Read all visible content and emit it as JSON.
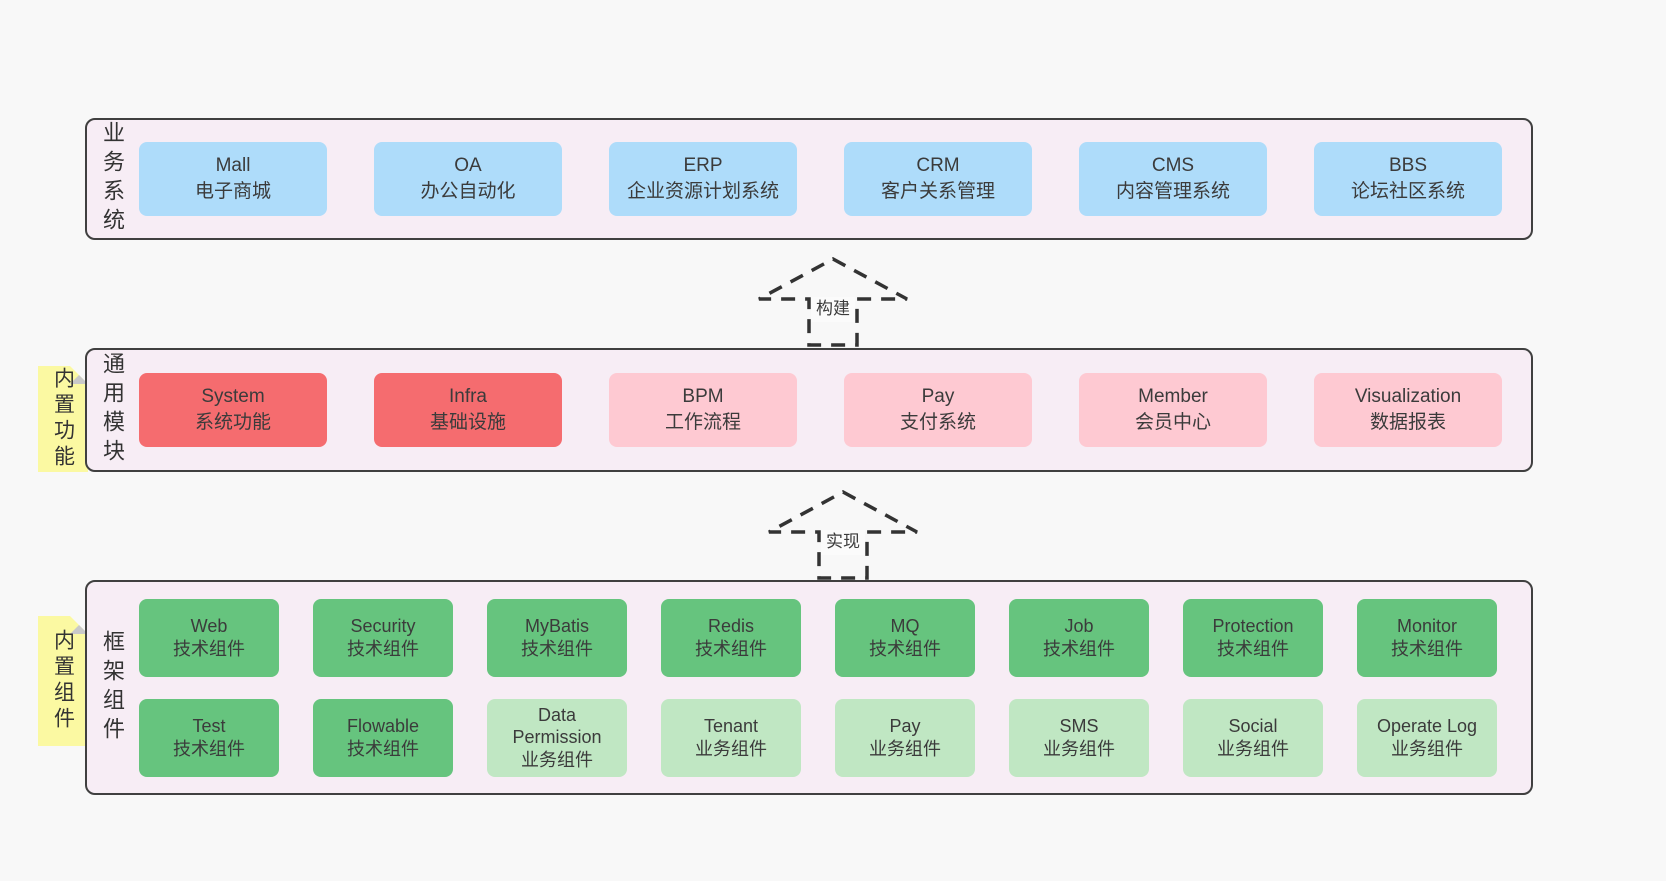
{
  "palette": {
    "page_bg": "#f8f8f8",
    "layer_bg": "#f7edf5",
    "layer_border": "#404040",
    "blue": "#aedcfa",
    "red": "#f56c6f",
    "pink": "#fec9d2",
    "green_dark": "#66c47e",
    "green_light": "#c0e7c3",
    "sticky_yellow": "#fbf9a2",
    "sticky_fold": "#c9c9c9",
    "text": "#3b3b3b"
  },
  "arrows": [
    {
      "label": "构建"
    },
    {
      "label": "实现"
    }
  ],
  "layers": [
    {
      "label": "业务系统",
      "boxes": [
        {
          "en": "Mall",
          "zh": "电子商城",
          "color": "#aedcfa"
        },
        {
          "en": "OA",
          "zh": "办公自动化",
          "color": "#aedcfa"
        },
        {
          "en": "ERP",
          "zh": "企业资源计划系统",
          "color": "#aedcfa"
        },
        {
          "en": "CRM",
          "zh": "客户关系管理",
          "color": "#aedcfa"
        },
        {
          "en": "CMS",
          "zh": "内容管理系统",
          "color": "#aedcfa"
        },
        {
          "en": "BBS",
          "zh": "论坛社区系统",
          "color": "#aedcfa"
        }
      ]
    },
    {
      "label": "通用模块",
      "sticky": "内置功能",
      "boxes": [
        {
          "en": "System",
          "zh": "系统功能",
          "color": "#f56c6f"
        },
        {
          "en": "Infra",
          "zh": "基础设施",
          "color": "#f56c6f"
        },
        {
          "en": "BPM",
          "zh": "工作流程",
          "color": "#fec9d2"
        },
        {
          "en": "Pay",
          "zh": "支付系统",
          "color": "#fec9d2"
        },
        {
          "en": "Member",
          "zh": "会员中心",
          "color": "#fec9d2"
        },
        {
          "en": "Visualization",
          "zh": "数据报表",
          "color": "#fec9d2"
        }
      ]
    },
    {
      "label": "框架组件",
      "sticky": "内置组件",
      "rows": [
        [
          {
            "en": "Web",
            "zh": "技术组件",
            "color": "#66c47e"
          },
          {
            "en": "Security",
            "zh": "技术组件",
            "color": "#66c47e"
          },
          {
            "en": "MyBatis",
            "zh": "技术组件",
            "color": "#66c47e"
          },
          {
            "en": "Redis",
            "zh": "技术组件",
            "color": "#66c47e"
          },
          {
            "en": "MQ",
            "zh": "技术组件",
            "color": "#66c47e"
          },
          {
            "en": "Job",
            "zh": "技术组件",
            "color": "#66c47e"
          },
          {
            "en": "Protection",
            "zh": "技术组件",
            "color": "#66c47e"
          },
          {
            "en": "Monitor",
            "zh": "技术组件",
            "color": "#66c47e"
          }
        ],
        [
          {
            "en": "Test",
            "zh": "技术组件",
            "color": "#66c47e"
          },
          {
            "en": "Flowable",
            "zh": "技术组件",
            "color": "#66c47e"
          },
          {
            "en": "Data Permission",
            "zh": "业务组件",
            "color": "#c0e7c3"
          },
          {
            "en": "Tenant",
            "zh": "业务组件",
            "color": "#c0e7c3"
          },
          {
            "en": "Pay",
            "zh": "业务组件",
            "color": "#c0e7c3"
          },
          {
            "en": "SMS",
            "zh": "业务组件",
            "color": "#c0e7c3"
          },
          {
            "en": "Social",
            "zh": "业务组件",
            "color": "#c0e7c3"
          },
          {
            "en": "Operate Log",
            "zh": "业务组件",
            "color": "#c0e7c3"
          }
        ]
      ]
    }
  ]
}
